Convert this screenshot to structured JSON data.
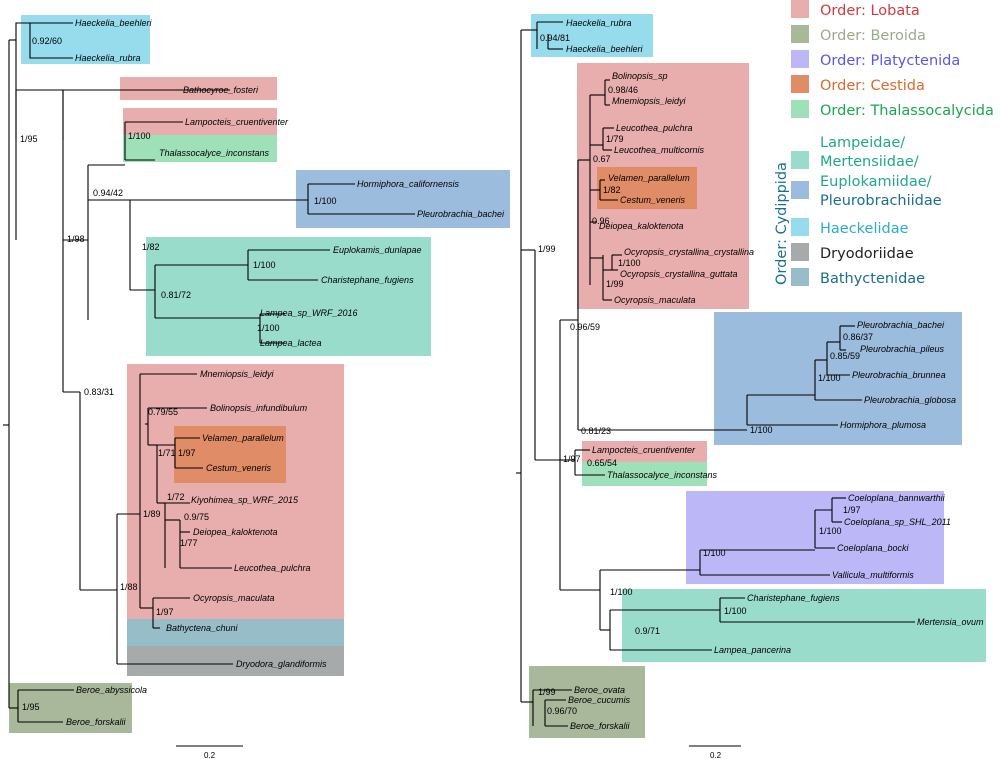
{
  "colors": {
    "lobata": "#e8adad",
    "beroida": "#a9b89a",
    "platyctenida": "#bcb8f8",
    "cestida": "#e08c66",
    "thalassocalycida": "#9ee0b8",
    "lampeidae": "#9adccc",
    "pleurobrachiidae": "#9bbcdc",
    "haeckelidae": "#96dcec",
    "dryodoriidae": "#a7aaaa",
    "bathyctenidae": "#97bec8"
  },
  "legend": {
    "lobata": {
      "label": "Order: Lobata",
      "color": "#d23b3b"
    },
    "beroida": {
      "label": "Order: Beroida",
      "color": "#9aab8c"
    },
    "platyctenida": {
      "label": "Order: Platyctenida",
      "color": "#5a56e6"
    },
    "cestida": {
      "label": "Order: Cestida",
      "color": "#d96a2e"
    },
    "thalassocalycida": {
      "label": "Order: Thalassocalycida",
      "color": "#1aa64d"
    },
    "cydippida_title": {
      "label": "Order: Cydippida",
      "color": "#1a6e8e"
    },
    "lampeidae": {
      "label": "Lampeidae/",
      "color": "#20a88a"
    },
    "mertensiidae": {
      "label": "Mertensiidae/",
      "color": "#20a88a"
    },
    "euplokamiidae": {
      "label": "Euplokamiidae/",
      "color": "#20a88a"
    },
    "pleurobrachiidae": {
      "label": "Pleurobrachiidae",
      "color": "#1a6e8e"
    },
    "haeckelidae": {
      "label": "Haeckelidae",
      "color": "#2aaec8"
    },
    "dryodoriidae": {
      "label": "Dryodoriidae",
      "color": "#222222"
    },
    "bathyctenidae": {
      "label": "Bathyctenidae",
      "color": "#1a6e8e"
    }
  },
  "left_tree": {
    "tips": {
      "haeckelia_beehleri": "Haeckelia_beehleri",
      "haeckelia_rubra": "Haeckelia_rubra",
      "bathocyroe_fosteri": "Bathocyroe_fosteri",
      "lampocteis_cruentiventer": "Lampocteis_cruentiventer",
      "thalassocalyce_inconstans": "Thalassocalyce_inconstans",
      "hormiphora_californensis": "Hormiphora_californensis",
      "pleurobrachia_bachei": "Pleurobrachia_bachei",
      "euplokamis_dunlapae": "Euplokamis_dunlapae",
      "charistephane_fugiens": "Charistephane_fugiens",
      "lampea_sp_wrf_2016": "Lampea_sp_WRF_2016",
      "lampea_lactea": "Lampea_lactea",
      "mnemiopsis_leidyi": "Mnemiopsis_leidyi",
      "bolinopsis_infundibulum": "Bolinopsis_infundibulum",
      "velamen_parallelum": "Velamen_parallelum",
      "cestum_veneris": "Cestum_veneris",
      "kiyohimea_sp_wrf_2015": "Kiyohimea_sp_WRF_2015",
      "deiopea_kaloktenota": "Deiopea_kaloktenota",
      "leucothea_pulchra": "Leucothea_pulchra",
      "ocyropsis_maculata": "Ocyropsis_maculata",
      "bathyctena_chuni": "Bathyctena_chuni",
      "dryodora_glandiformis": "Dryodora_glandiformis",
      "beroe_abyssicola": "Beroe_abyssicola",
      "beroe_forskalii": "Beroe_forskalii"
    },
    "support": {
      "haeckelia": "0.92/60",
      "n195": "1/95",
      "n198": "1/98",
      "n09442": "0.94/42",
      "lampocteis_thal": "1/100",
      "hormiphora": "1/100",
      "n182": "1/82",
      "euplo_chari": "1/100",
      "n08172": "0.81/72",
      "lampea": "1/100",
      "n08331": "0.83/31",
      "n07955": "0.79/55",
      "n171": "1/71",
      "velamen_cestum": "1/97",
      "n189": "1/89",
      "n172": "1/72",
      "n0975": "0.9/75",
      "n177": "1/77",
      "n188": "1/88",
      "ocyropsis_bathy": "1/97",
      "beroe": "1/95"
    },
    "scale": "0.2"
  },
  "right_tree": {
    "tips": {
      "haeckelia_rubra": "Haeckelia_rubra",
      "haeckelia_beehleri": "Haeckelia_beehleri",
      "bolinopsis_sp": "Bolinopsis_sp",
      "mnemiopsis_leidyi": "Mnemiopsis_leidyi",
      "leucothea_pulchra": "Leucothea_pulchra",
      "leucothea_multicornis": "Leucothea_multicornis",
      "velamen_parallelum": "Velamen_parallelum",
      "cestum_veneris": "Cestum_veneris",
      "deiopea_kaloktenota": "Deiopea_kaloktenota",
      "ocyropsis_crystallina_crystallina": "Ocyropsis_crystallina_crystallina",
      "ocyropsis_crystallina_guttata": "Ocyropsis_crystallina_guttata",
      "ocyropsis_maculata": "Ocyropsis_maculata",
      "pleurobrachia_bachei": "Pleurobrachia_bachei",
      "pleurobrachia_pileus": "Pleurobrachia_pileus",
      "pleurobrachia_brunnea": "Pleurobrachia_brunnea",
      "pleurobrachia_globosa": "Pleurobrachia_globosa",
      "hormiphora_plumosa": "Hormiphora_plumosa",
      "lampocteis_cruentiventer": "Lampocteis_cruentiventer",
      "thalassocalyce_inconstans": "Thalassocalyce_inconstans",
      "coeloplana_bannwarthii": "Coeloplana_bannwarthii",
      "coeloplana_sp_shl_2011": "Coeloplana_sp_SHL_2011",
      "coeloplana_bocki": "Coeloplana_bocki",
      "vallicula_multiformis": "Vallicula_multiformis",
      "charistephane_fugiens": "Charistephane_fugiens",
      "mertensia_ovum": "Mertensia_ovum",
      "lampea_pancerina": "Lampea_pancerina",
      "beroe_ovata": "Beroe_ovata",
      "beroe_cucumis": "Beroe_cucumis",
      "beroe_forskalii": "Beroe_forskalii"
    },
    "support": {
      "haeckelia": "0.94/81",
      "bolinopsis_mnemiopsis": "0.98/46",
      "leucothea": "1/79",
      "n067": "0.67",
      "velamen_cestum": "1/82",
      "n096": "0.96",
      "ocyropsis_cc_cg": "1/100",
      "ocyropsis_all": "1/99",
      "n199": "1/99",
      "n09659": "0.96/59",
      "pleuro_8637": "0.86/37",
      "pleuro_8559": "0.85/59",
      "pleuro_1100": "1/100",
      "pleuro_hormi": "1/100",
      "n08123": "0.81/23",
      "n197": "1/97",
      "lampocteis_thal": "0.65/54",
      "coelo_197": "1/97",
      "coelo_1100": "1/100",
      "platy": "1/100",
      "n1100_big": "1/100",
      "chari_mert": "1/100",
      "n0971": "0.9/71",
      "beroe_199": "1/99",
      "beroe_09670": "0.96/70"
    },
    "scale": "0.2"
  }
}
